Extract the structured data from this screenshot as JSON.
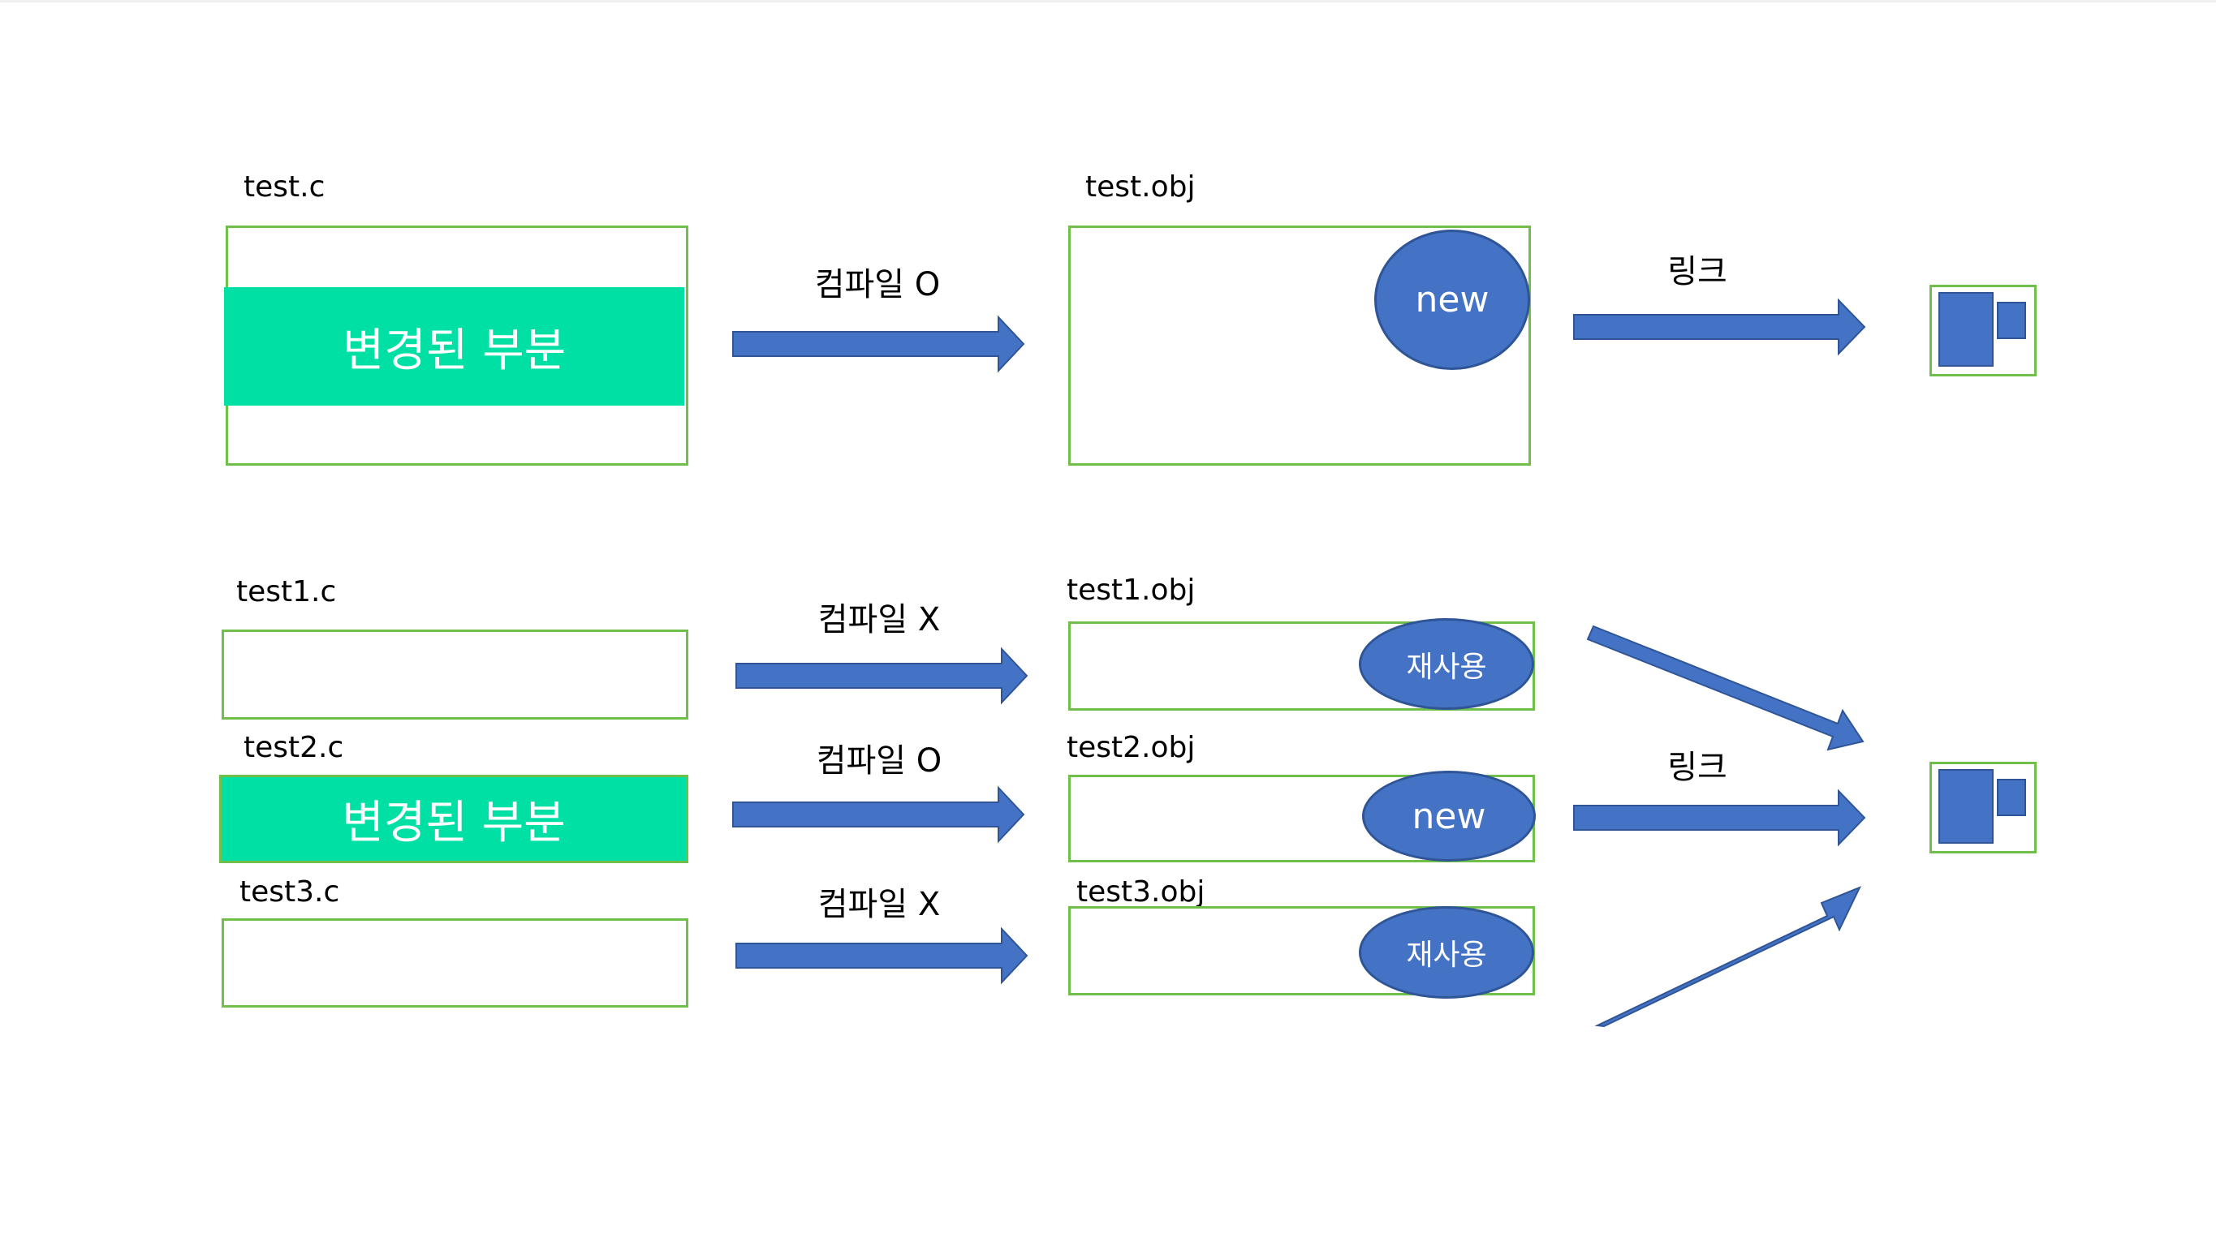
{
  "top": {
    "source_label": "test.c",
    "changed_part": "변경된 부분",
    "compile_label": "컴파일 O",
    "object_label": "test.obj",
    "new_label": "new",
    "link_label": "링크"
  },
  "bottom": {
    "sources": [
      {
        "label": "test1.c",
        "changed_part": ""
      },
      {
        "label": "test2.c",
        "changed_part": "변경된 부분"
      },
      {
        "label": "test3.c",
        "changed_part": ""
      }
    ],
    "compile_labels": [
      "컴파일 X",
      "컴파일 O",
      "컴파일 X"
    ],
    "objects": [
      {
        "label": "test1.obj",
        "status": "재사용"
      },
      {
        "label": "test2.obj",
        "status": "new"
      },
      {
        "label": "test3.obj",
        "status": "재사용"
      }
    ],
    "link_label": "링크"
  },
  "colors": {
    "changed_fill": "#00e0a5",
    "box_border": "#6fbf4a",
    "arrow_fill": "#4472c4",
    "arrow_stroke": "#2f5597",
    "ellipse_fill": "#4472c4"
  },
  "icons": {
    "executable": "executable-icon"
  }
}
